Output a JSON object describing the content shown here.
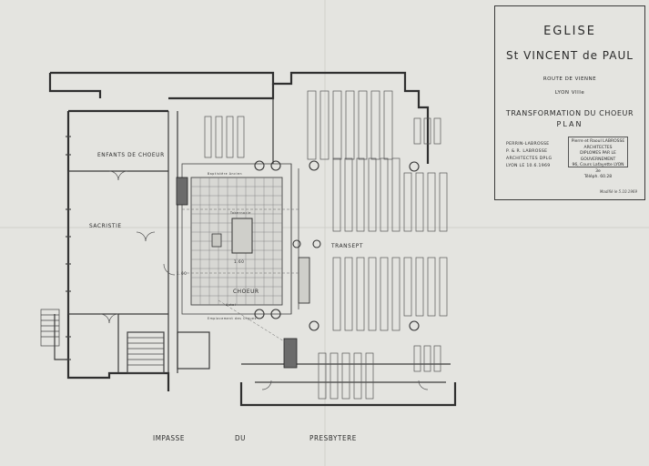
{
  "title_block": {
    "line1": "EGLISE",
    "line2": "St VINCENT de PAUL",
    "line3": "ROUTE DE VIENNE",
    "line4": "LYON VIIIe",
    "line5": "TRANSFORMATION DU CHOEUR",
    "line6": "PLAN",
    "architects": [
      "PERRIN-LABROSSE",
      "P. & R. LABROSSE",
      "ARCHITECTES DPLG",
      "LYON LE 10.6.1969"
    ],
    "stamp": [
      "Pierre et Raoul LABROSSE",
      "ARCHITECTES",
      "DIPLOMES PAR LE GOUVERNEMENT",
      "96, Cours Lafayette LYON 3e",
      "Téléph. 60.28"
    ],
    "signature": "Modifié le 5.10.1969"
  },
  "rooms": {
    "enfants": "ENFANTS DE CHOEUR",
    "sacristie": "SACRISTIE",
    "choeur": "CHOEUR",
    "transept": "TRANSEPT"
  },
  "street": [
    "IMPASSE",
    "DU",
    "PRESBYTERE"
  ],
  "notes": {
    "baptistere": "Baptistère Ancien",
    "dimension": "1.60",
    "dimension2": "1.60",
    "tabernacle": "Tabernacle",
    "autel": "Autel",
    "emplacement": "Emplacement des Orgues"
  }
}
